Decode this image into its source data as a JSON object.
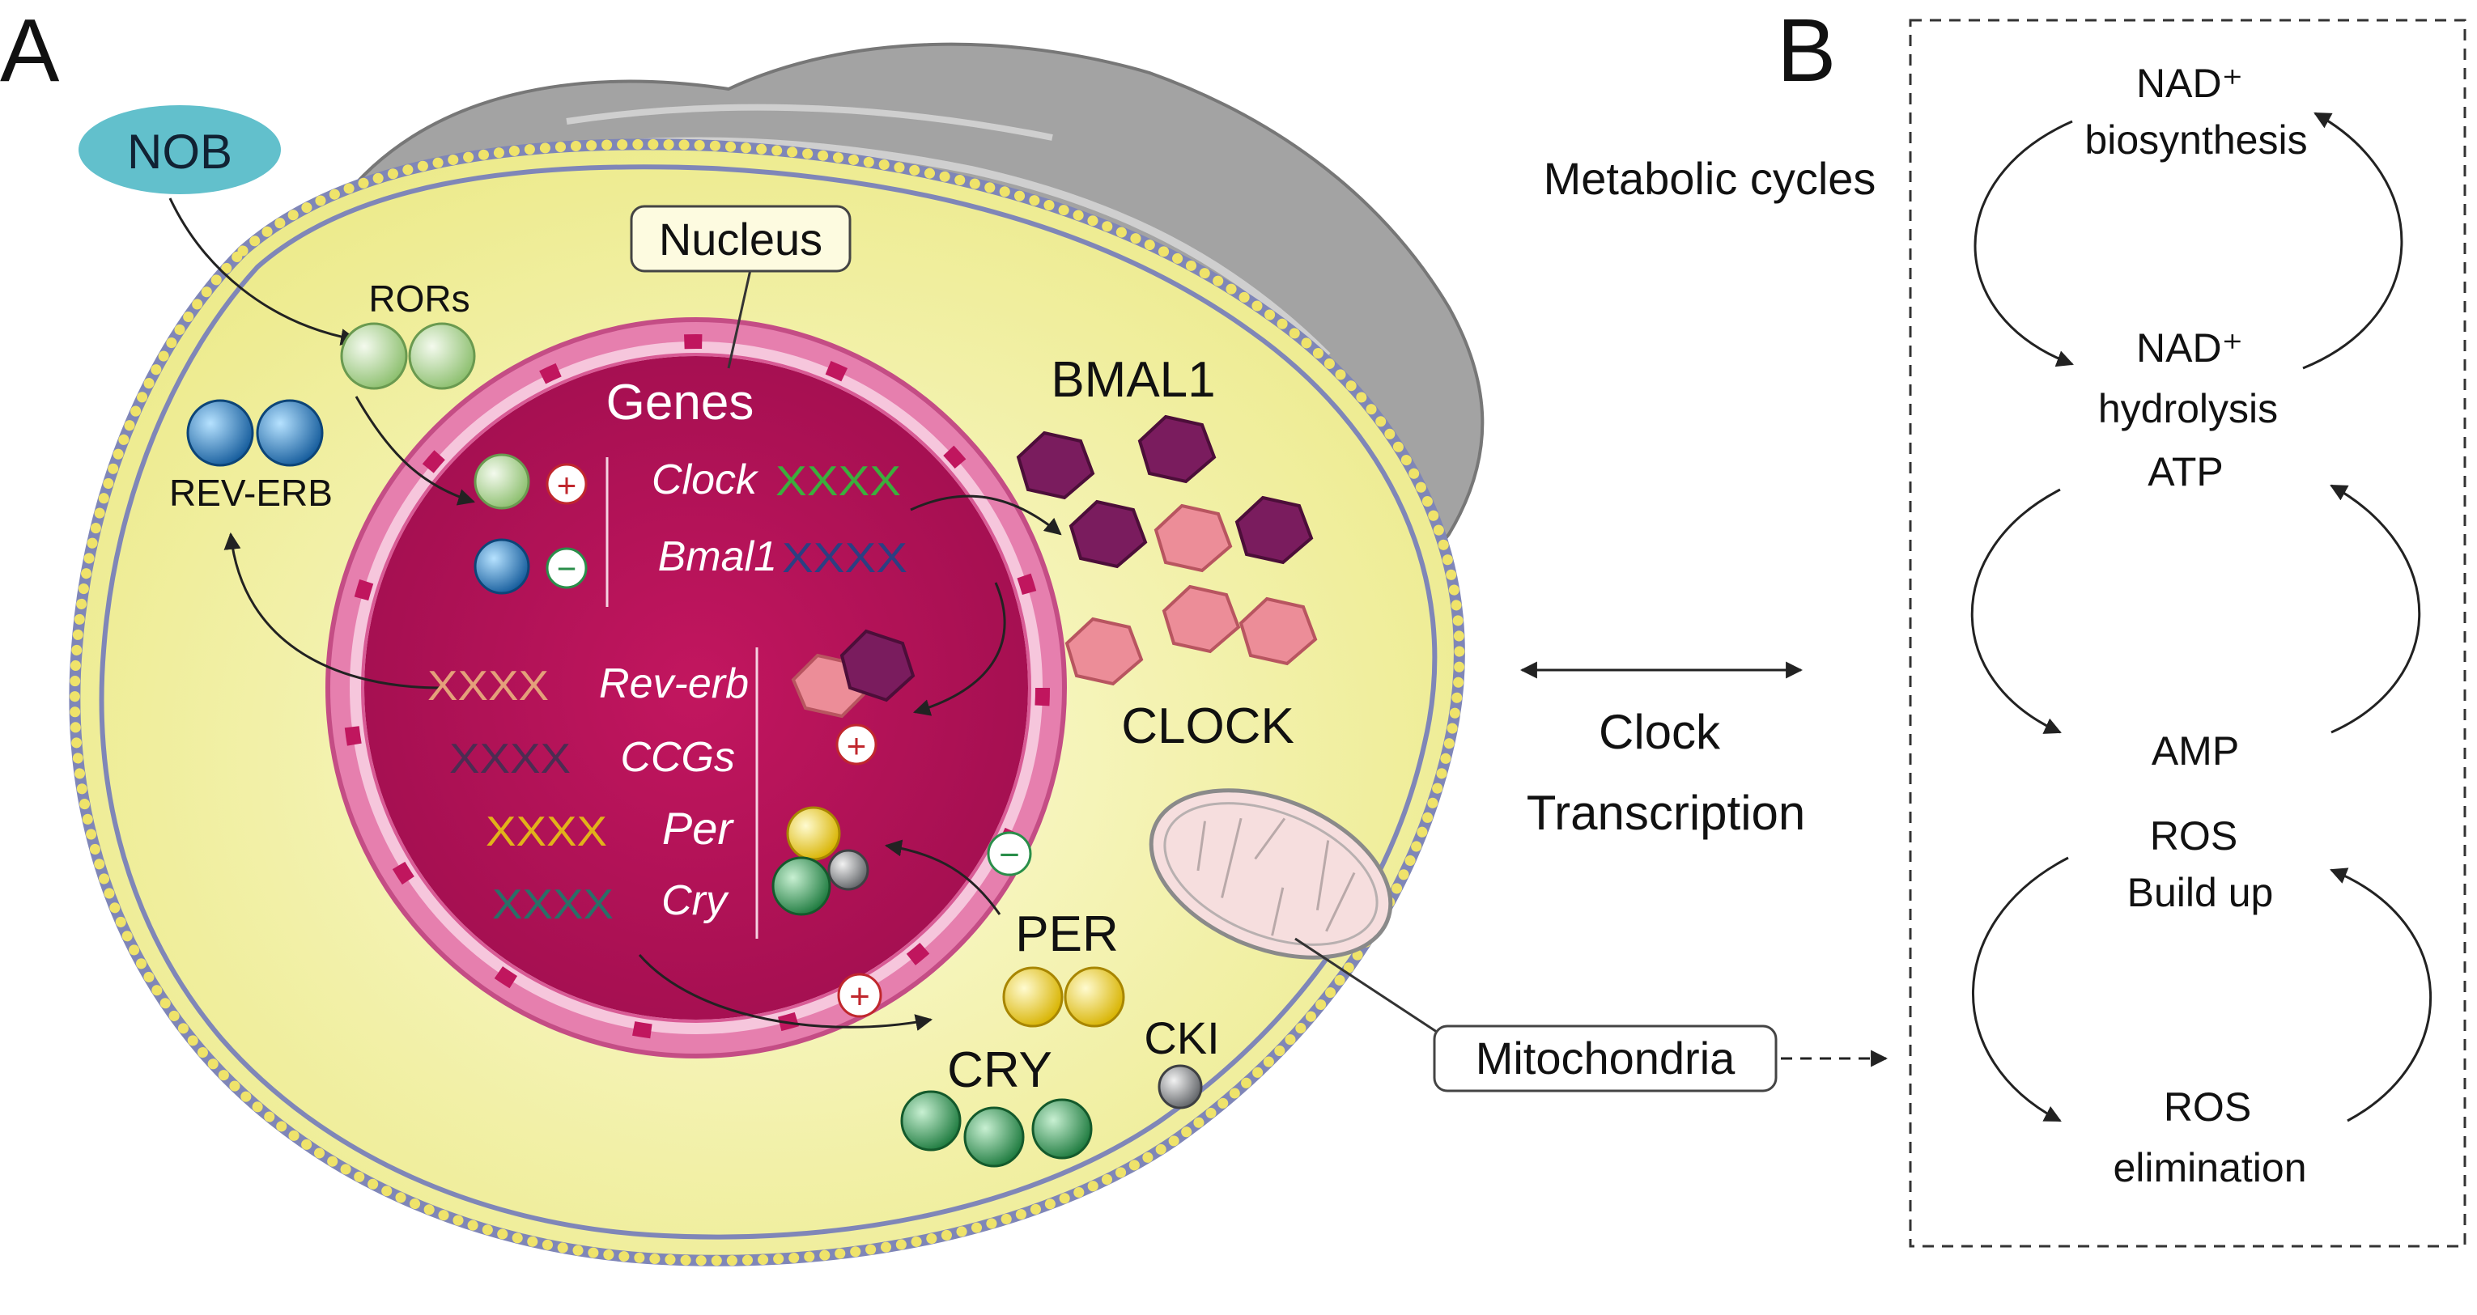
{
  "panels": {
    "a": "A",
    "b": "B"
  },
  "cell": {
    "nob": "NOB",
    "nucleus": "Nucleus",
    "rors": "RORs",
    "rev_erb": "REV-ERB",
    "genes_title": "Genes",
    "bmal1_protein": "BMAL1",
    "clock_protein": "CLOCK",
    "per_protein": "PER",
    "cry_protein": "CRY",
    "cki": "CKI",
    "mitochondria": "Mitochondria",
    "plus": "+",
    "minus": "−"
  },
  "genes": [
    {
      "name": "Clock",
      "color": "#3cae3c"
    },
    {
      "name": "Bmal1",
      "color": "#2c3f82"
    },
    {
      "name": "Rev-erb",
      "color": "#e4a07a"
    },
    {
      "name": "CCGs",
      "color": "#4c2c52"
    },
    {
      "name": "Per",
      "color": "#e2b21a"
    },
    {
      "name": "Cry",
      "color": "#2a6f68"
    }
  ],
  "dna_glyph": "XXXX",
  "middle": {
    "line1": "Clock",
    "line2": "Transcription"
  },
  "panel_b": {
    "title": "Metabolic cycles",
    "nad_top": "NAD⁺",
    "biosynthesis": "biosynthesis",
    "nad_mid": "NAD⁺",
    "hydrolysis": "hydrolysis",
    "atp": "ATP",
    "amp": "AMP",
    "ros_top": "ROS",
    "build_up": "Build up",
    "ros_bottom": "ROS",
    "elimination": "elimination"
  },
  "colors": {
    "cytoplasm": "#f1ef9c",
    "membrane": "#7f86b8",
    "membrane_beads": "#efe36a",
    "nucleus": "#b5135c",
    "nucleus_rim": "#f3bdd7",
    "er": "#9d9d9d",
    "nob_fill": "#62c0cc",
    "ror_ball": "#a7cc8a",
    "reverb_ball": "#1f78c4",
    "bmal1_hex": "#7a1c5e",
    "clock_hex": "#ec8d98",
    "per_ball": "#efd320",
    "cry_ball": "#2c9452",
    "cki_ball": "#8a8d90",
    "mito": "#f6dede"
  }
}
